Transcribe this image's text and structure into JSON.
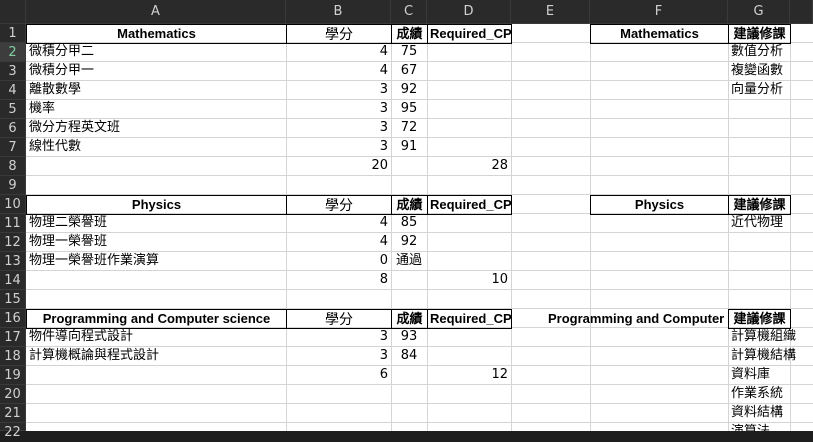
{
  "columns": [
    "A",
    "B",
    "C",
    "D",
    "E",
    "F",
    "G"
  ],
  "rows": [
    "1",
    "2",
    "3",
    "4",
    "5",
    "6",
    "7",
    "8",
    "9",
    "10",
    "11",
    "12",
    "13",
    "14",
    "15",
    "16",
    "17",
    "18",
    "19",
    "20",
    "21",
    "22"
  ],
  "selected_row": "2",
  "math": {
    "header": [
      "Mathematics",
      "學分",
      "成績",
      "Required_CP"
    ],
    "courses": [
      {
        "name": "微積分甲二",
        "credit": "4",
        "grade": "75"
      },
      {
        "name": "微積分甲一",
        "credit": "4",
        "grade": "67"
      },
      {
        "name": "離散數學",
        "credit": "3",
        "grade": "92"
      },
      {
        "name": "機率",
        "credit": "3",
        "grade": "95"
      },
      {
        "name": "微分方程英文班",
        "credit": "3",
        "grade": "72"
      },
      {
        "name": "線性代數",
        "credit": "3",
        "grade": "91"
      }
    ],
    "total_credit": "20",
    "required_cp": "28",
    "suggest_header": [
      "Mathematics",
      "建議修課"
    ],
    "suggest": [
      "數值分析",
      "複變函數",
      "向量分析"
    ]
  },
  "physics": {
    "header": [
      "Physics",
      "學分",
      "成績",
      "Required_CP"
    ],
    "courses": [
      {
        "name": "物理二榮譽班",
        "credit": "4",
        "grade": "85"
      },
      {
        "name": "物理一榮譽班",
        "credit": "4",
        "grade": "92"
      },
      {
        "name": "物理一榮譽班作業演算",
        "credit": "0",
        "grade": "通過"
      }
    ],
    "total_credit": "8",
    "required_cp": "10",
    "suggest_header": [
      "Physics",
      "建議修課"
    ],
    "suggest": [
      "近代物理"
    ]
  },
  "cs": {
    "header": [
      "Programming and Computer science",
      "學分",
      "成績",
      "Required_CP"
    ],
    "courses": [
      {
        "name": "物件導向程式設計",
        "credit": "3",
        "grade": "93"
      },
      {
        "name": "計算機概論與程式設計",
        "credit": "3",
        "grade": "84"
      }
    ],
    "total_credit": "6",
    "required_cp": "12",
    "suggest_header": [
      "Programming and Computer s",
      "建議修課"
    ],
    "suggest": [
      "計算機組織",
      "計算機結構",
      "資料庫",
      "作業系統",
      "資料結構",
      "演算法"
    ]
  }
}
